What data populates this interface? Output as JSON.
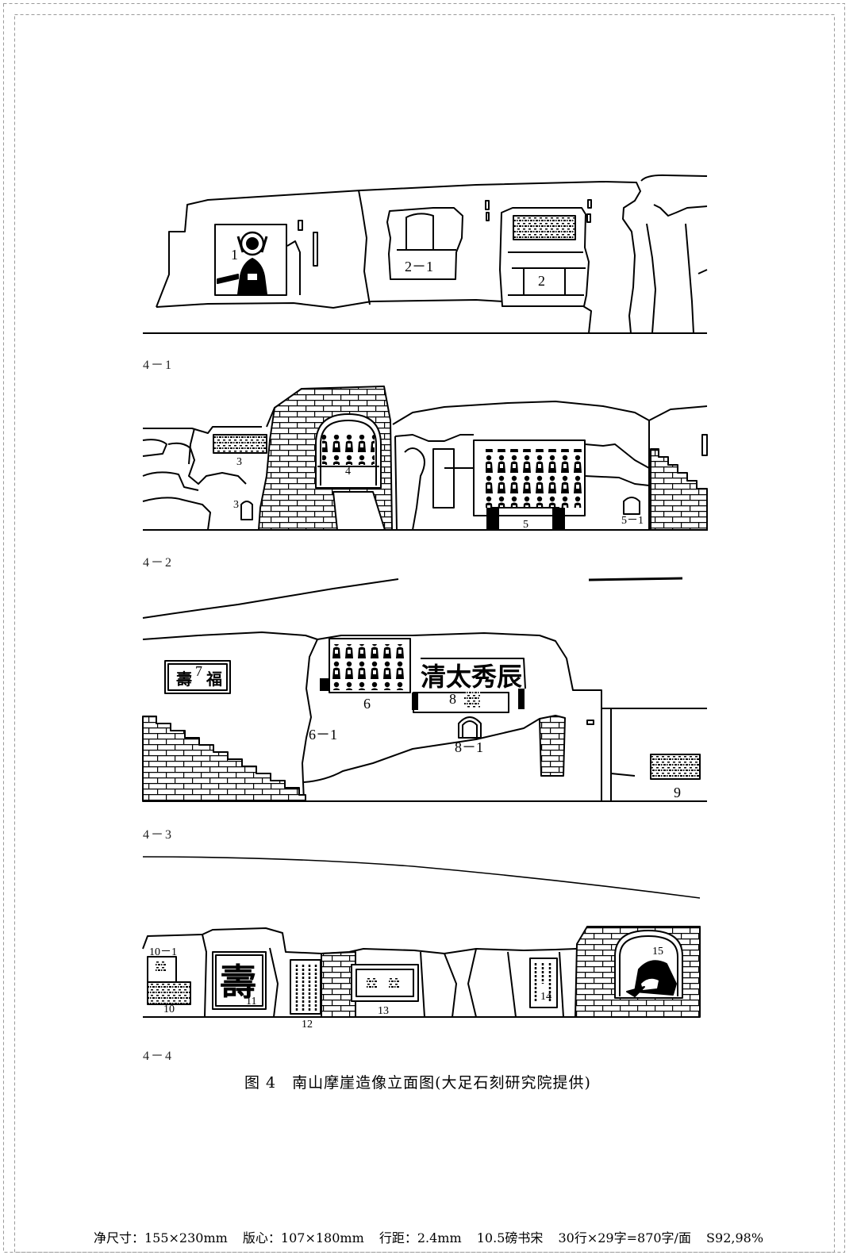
{
  "figure": {
    "panels": {
      "p1": {
        "label": "4－1",
        "niches": {
          "n1": "1",
          "n2_1": "2－1",
          "n2": "2"
        }
      },
      "p2": {
        "label": "4－2",
        "niches": {
          "n3": "3",
          "n3b": "3",
          "n4": "4",
          "n5": "5",
          "n5_1": "5－1"
        }
      },
      "p3": {
        "label": "4－3",
        "niches": {
          "n6": "6",
          "n6_1": "6－1",
          "n7": "7",
          "n8": "8",
          "n8_1": "8－1",
          "n9": "9"
        },
        "inscriptions": {
          "plaque7_left": "壽",
          "plaque7_right": "福",
          "plaque8": "清太秀辰"
        }
      },
      "p4": {
        "label": "4－4",
        "niches": {
          "n10_1": "10－1",
          "n10": "10",
          "n11": "11",
          "n12": "12",
          "n13": "13",
          "n14": "14",
          "n15": "15"
        },
        "inscriptions": {
          "plaque11": "壽"
        }
      }
    },
    "caption": "图 4　南山摩崖造像立面图(大足石刻研究院提供)"
  },
  "footer": {
    "specs": [
      "净尺寸：155×230mm",
      "版心：107×180mm",
      "行距：2.4mm",
      "10.5磅书宋",
      "30行×29字=870字/面",
      "S92,98%"
    ]
  },
  "colors": {
    "line": "#000000",
    "paper": "#ffffff",
    "frame": "#9a9a9a"
  }
}
